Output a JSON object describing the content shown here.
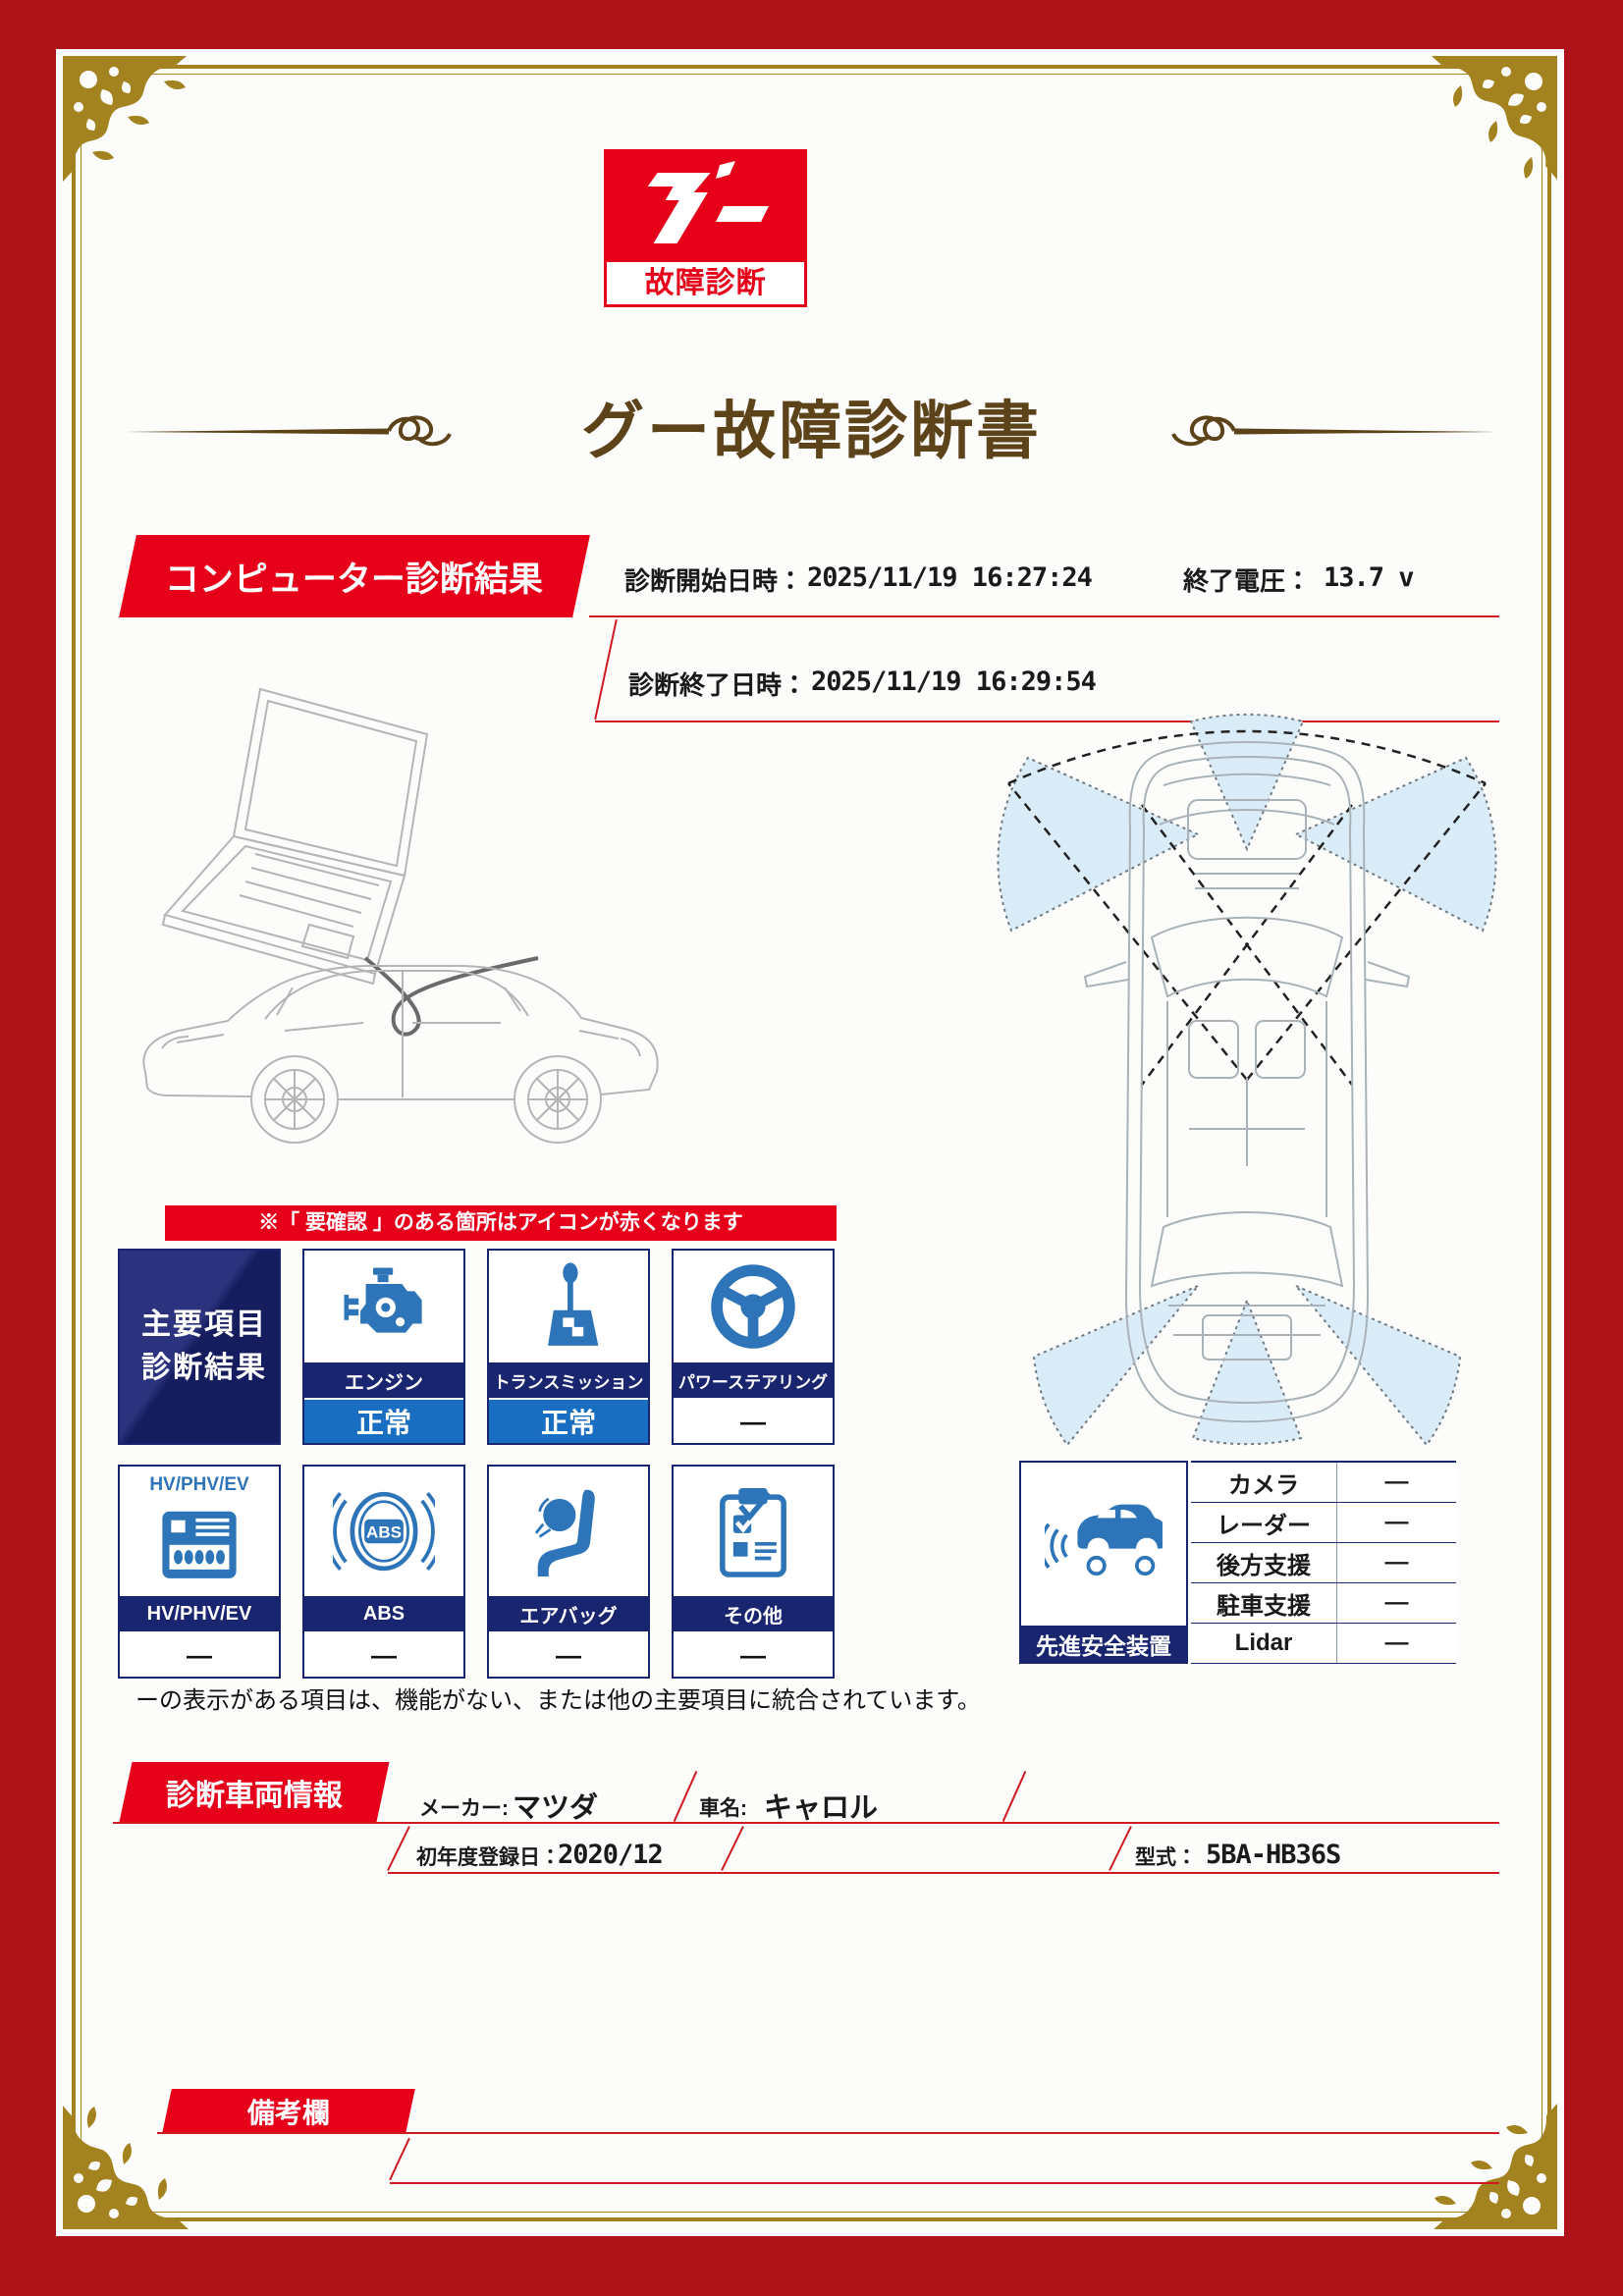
{
  "logo": {
    "mark": "グー",
    "caption": "故障診断"
  },
  "title": "グー故障診断書",
  "computer_diagnosis": {
    "section_label": "コンピューター診断結果",
    "start_label": "診断開始日時：",
    "start_value": "2025/11/19 16:27:24",
    "voltage_label": "終了電圧：",
    "voltage_value": "13.7 v",
    "end_label": "診断終了日時：",
    "end_value": "2025/11/19 16:29:54"
  },
  "notice": "※「 要確認 」のある箇所はアイコンが赤くなります",
  "main_results": {
    "header_line1": "主要項目",
    "header_line2": "診断結果",
    "items": [
      {
        "label": "エンジン",
        "status": "正常"
      },
      {
        "label": "トランスミッション",
        "status": "正常"
      },
      {
        "label": "パワーステアリング",
        "status": "—"
      },
      {
        "label": "HV/PHV/EV",
        "status": "—",
        "icon_caption": "HV/PHV/EV"
      },
      {
        "label": "ABS",
        "status": "—",
        "abs_text": "ABS"
      },
      {
        "label": "エアバッグ",
        "status": "—"
      },
      {
        "label": "その他",
        "status": "—"
      }
    ],
    "footnote": "ーの表示がある項目は、機能がない、または他の主要項目に統合されています。"
  },
  "safety": {
    "label": "先進安全装置",
    "rows": [
      {
        "name": "カメラ",
        "value": "—"
      },
      {
        "name": "レーダー",
        "value": "—"
      },
      {
        "name": "後方支援",
        "value": "—"
      },
      {
        "name": "駐車支援",
        "value": "—"
      },
      {
        "name": "Lidar",
        "value": "—"
      }
    ]
  },
  "vehicle": {
    "section_label": "診断車両情報",
    "maker_label": "メーカー:",
    "maker_value": "マツダ",
    "name_label": "車名:",
    "name_value": "キャロル",
    "reg_label": "初年度登録日：",
    "reg_value": "2020/12",
    "model_label": "型式：",
    "model_value": "5BA-HB36S"
  },
  "notes": {
    "section_label": "備考欄"
  },
  "colors": {
    "frame_red": "#b0121a",
    "accent_red": "#e60019",
    "line_red": "#cf1a22",
    "navy": "#1a2570",
    "icon_blue": "#2e74b8",
    "status_blue": "#1a6ec2",
    "gold": "#a3831f",
    "title_brown": "#5c4319",
    "sensor_blue": "#d9ecf8"
  }
}
